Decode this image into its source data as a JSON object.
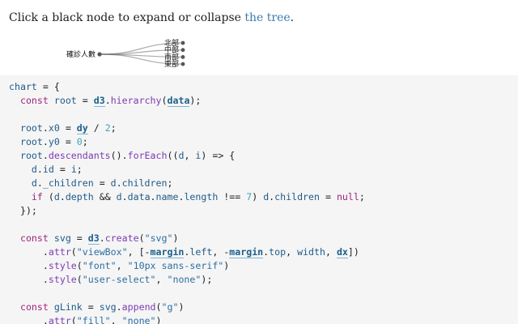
{
  "intro": {
    "text_before": "Click a black node to expand or collapse ",
    "link_text": "the tree",
    "text_after": "."
  },
  "tree": {
    "root_label": "確診人數",
    "children": [
      "北部",
      "中部",
      "南部",
      "東部"
    ],
    "colors": {
      "node": "#555555",
      "link": "#555555"
    }
  },
  "code": {
    "lines": [
      [
        [
          "var",
          "chart"
        ],
        [
          "plain",
          " = {"
        ]
      ],
      [
        [
          "plain",
          "  "
        ],
        [
          "kw",
          "const"
        ],
        [
          "plain",
          " "
        ],
        [
          "var",
          "root"
        ],
        [
          "plain",
          " = "
        ],
        [
          "ref",
          "d3"
        ],
        [
          "plain",
          "."
        ],
        [
          "fn",
          "hierarchy"
        ],
        [
          "plain",
          "("
        ],
        [
          "ref",
          "data"
        ],
        [
          "plain",
          ");"
        ]
      ],
      [],
      [
        [
          "plain",
          "  "
        ],
        [
          "var",
          "root"
        ],
        [
          "plain",
          "."
        ],
        [
          "var",
          "x0"
        ],
        [
          "plain",
          " = "
        ],
        [
          "ref",
          "dy"
        ],
        [
          "plain",
          " / "
        ],
        [
          "num",
          "2"
        ],
        [
          "plain",
          ";"
        ]
      ],
      [
        [
          "plain",
          "  "
        ],
        [
          "var",
          "root"
        ],
        [
          "plain",
          "."
        ],
        [
          "var",
          "y0"
        ],
        [
          "plain",
          " = "
        ],
        [
          "num",
          "0"
        ],
        [
          "plain",
          ";"
        ]
      ],
      [
        [
          "plain",
          "  "
        ],
        [
          "var",
          "root"
        ],
        [
          "plain",
          "."
        ],
        [
          "fn",
          "descendants"
        ],
        [
          "plain",
          "()."
        ],
        [
          "fn",
          "forEach"
        ],
        [
          "plain",
          "(("
        ],
        [
          "var",
          "d"
        ],
        [
          "plain",
          ", "
        ],
        [
          "var",
          "i"
        ],
        [
          "plain",
          ") => {"
        ]
      ],
      [
        [
          "plain",
          "    "
        ],
        [
          "var",
          "d"
        ],
        [
          "plain",
          "."
        ],
        [
          "var",
          "id"
        ],
        [
          "plain",
          " = "
        ],
        [
          "var",
          "i"
        ],
        [
          "plain",
          ";"
        ]
      ],
      [
        [
          "plain",
          "    "
        ],
        [
          "var",
          "d"
        ],
        [
          "plain",
          "."
        ],
        [
          "var",
          "_children"
        ],
        [
          "plain",
          " = "
        ],
        [
          "var",
          "d"
        ],
        [
          "plain",
          "."
        ],
        [
          "var",
          "children"
        ],
        [
          "plain",
          ";"
        ]
      ],
      [
        [
          "plain",
          "    "
        ],
        [
          "kw",
          "if"
        ],
        [
          "plain",
          " ("
        ],
        [
          "var",
          "d"
        ],
        [
          "plain",
          "."
        ],
        [
          "var",
          "depth"
        ],
        [
          "plain",
          " && "
        ],
        [
          "var",
          "d"
        ],
        [
          "plain",
          "."
        ],
        [
          "var",
          "data"
        ],
        [
          "plain",
          "."
        ],
        [
          "var",
          "name"
        ],
        [
          "plain",
          "."
        ],
        [
          "var",
          "length"
        ],
        [
          "plain",
          " !== "
        ],
        [
          "num",
          "7"
        ],
        [
          "plain",
          ") "
        ],
        [
          "var",
          "d"
        ],
        [
          "plain",
          "."
        ],
        [
          "var",
          "children"
        ],
        [
          "plain",
          " = "
        ],
        [
          "kw",
          "null"
        ],
        [
          "plain",
          ";"
        ]
      ],
      [
        [
          "plain",
          "  });"
        ]
      ],
      [],
      [
        [
          "plain",
          "  "
        ],
        [
          "kw",
          "const"
        ],
        [
          "plain",
          " "
        ],
        [
          "var",
          "svg"
        ],
        [
          "plain",
          " = "
        ],
        [
          "ref",
          "d3"
        ],
        [
          "plain",
          "."
        ],
        [
          "fn",
          "create"
        ],
        [
          "plain",
          "("
        ],
        [
          "str",
          "\"svg\""
        ],
        [
          "plain",
          ")"
        ]
      ],
      [
        [
          "plain",
          "      ."
        ],
        [
          "fn",
          "attr"
        ],
        [
          "plain",
          "("
        ],
        [
          "str",
          "\"viewBox\""
        ],
        [
          "plain",
          ", [-"
        ],
        [
          "ref",
          "margin"
        ],
        [
          "plain",
          "."
        ],
        [
          "var",
          "left"
        ],
        [
          "plain",
          ", -"
        ],
        [
          "ref",
          "margin"
        ],
        [
          "plain",
          "."
        ],
        [
          "var",
          "top"
        ],
        [
          "plain",
          ", "
        ],
        [
          "var",
          "width"
        ],
        [
          "plain",
          ", "
        ],
        [
          "ref",
          "dx"
        ],
        [
          "plain",
          "])"
        ]
      ],
      [
        [
          "plain",
          "      ."
        ],
        [
          "fn",
          "style"
        ],
        [
          "plain",
          "("
        ],
        [
          "str",
          "\"font\""
        ],
        [
          "plain",
          ", "
        ],
        [
          "str",
          "\"10px sans-serif\""
        ],
        [
          "plain",
          ")"
        ]
      ],
      [
        [
          "plain",
          "      ."
        ],
        [
          "fn",
          "style"
        ],
        [
          "plain",
          "("
        ],
        [
          "str",
          "\"user-select\""
        ],
        [
          "plain",
          ", "
        ],
        [
          "str",
          "\"none\""
        ],
        [
          "plain",
          ");"
        ]
      ],
      [],
      [
        [
          "plain",
          "  "
        ],
        [
          "kw",
          "const"
        ],
        [
          "plain",
          " "
        ],
        [
          "var",
          "gLink"
        ],
        [
          "plain",
          " = "
        ],
        [
          "var",
          "svg"
        ],
        [
          "plain",
          "."
        ],
        [
          "fn",
          "append"
        ],
        [
          "plain",
          "("
        ],
        [
          "str",
          "\"g\""
        ],
        [
          "plain",
          ")"
        ]
      ],
      [
        [
          "plain",
          "      ."
        ],
        [
          "fn",
          "attr"
        ],
        [
          "plain",
          "("
        ],
        [
          "str",
          "\"fill\""
        ],
        [
          "plain",
          ", "
        ],
        [
          "str",
          "\"none\""
        ],
        [
          "plain",
          ")"
        ]
      ]
    ]
  }
}
